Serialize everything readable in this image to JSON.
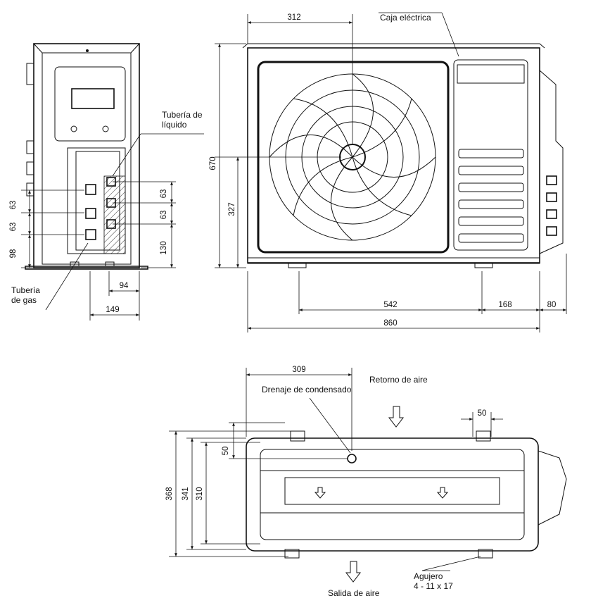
{
  "labels": {
    "caja_electrica": "Caja eléctrica",
    "tuberia_liquido_1": "Tubería de",
    "tuberia_liquido_2": "líquido",
    "tuberia_gas_1": "Tubería",
    "tuberia_gas_2": "de gas",
    "drenaje": "Drenaje de condensado",
    "retorno": "Retorno de aire",
    "salida": "Salida de aire",
    "agujero_1": "Agujero",
    "agujero_2": "4 - 11 x 17"
  },
  "dimensions": {
    "side_63_a": "63",
    "side_63_b": "63",
    "side_98": "98",
    "side_63_c": "63",
    "side_63_d": "63",
    "side_130": "130",
    "side_94": "94",
    "side_149": "149",
    "front_312": "312",
    "front_670": "670",
    "front_327": "327",
    "front_542": "542",
    "front_168": "168",
    "front_80": "80",
    "front_860": "860",
    "top_309": "309",
    "top_50_a": "50",
    "top_50_b": "50",
    "top_368": "368",
    "top_341": "341",
    "top_310": "310"
  }
}
